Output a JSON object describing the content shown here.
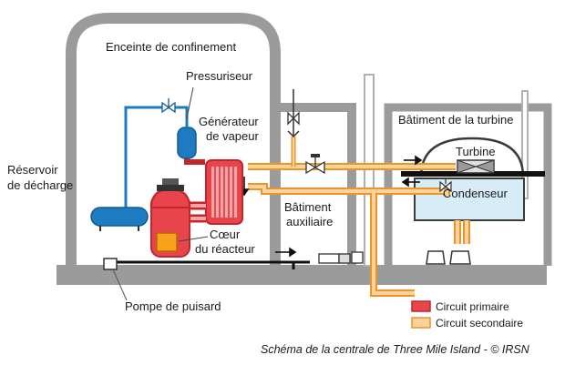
{
  "labels": {
    "containment": "Enceinte de confinement",
    "pressurizer": "Pressuriseur",
    "steam_gen_line1": "Générateur",
    "steam_gen_line2": "de vapeur",
    "reservoir_line1": "Réservoir",
    "reservoir_line2": "de décharge",
    "core_line1": "Cœur",
    "core_line2": "du réacteur",
    "aux_line1": "Bâtiment",
    "aux_line2": "auxiliaire",
    "turbine_building": "Bâtiment de la turbine",
    "turbine": "Turbine",
    "condenser": "Condenseur",
    "sump_pump": "Pompe de puisard"
  },
  "legend": {
    "primary": "Circuit primaire",
    "secondary": "Circuit secondaire"
  },
  "caption": "Schéma de la centrale de Three Mile Island - © IRSN",
  "colors": {
    "primary_fill": "#e8444c",
    "primary_stroke": "#c3252d",
    "secondary_fill": "#fbd29a",
    "secondary_stroke": "#e8952c",
    "blue": "#1d7bc1",
    "wall": "#8c8c8c",
    "wall_light": "#c9c9c9"
  }
}
